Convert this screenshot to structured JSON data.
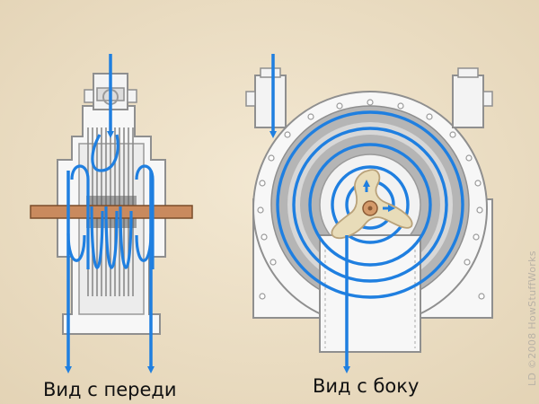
{
  "labels": {
    "front_view": "Вид с переди",
    "side_view": "Вид с боку"
  },
  "credit": "LD ©2008 HowStuffWorks",
  "colors": {
    "background": "#ecdfc6",
    "housing": "#f7f7f7",
    "outline": "#8f8f8f",
    "rotor_gray": "#b5b5b5",
    "flow_arrow": "#1f7fe0",
    "shaft": "#c98a5e",
    "impeller": "#e8dcb9",
    "hub": "#d49a6a"
  },
  "icons": [
    "flow-arrow-icon",
    "impeller-icon",
    "valve-icon",
    "bolt-hole-icon"
  ]
}
